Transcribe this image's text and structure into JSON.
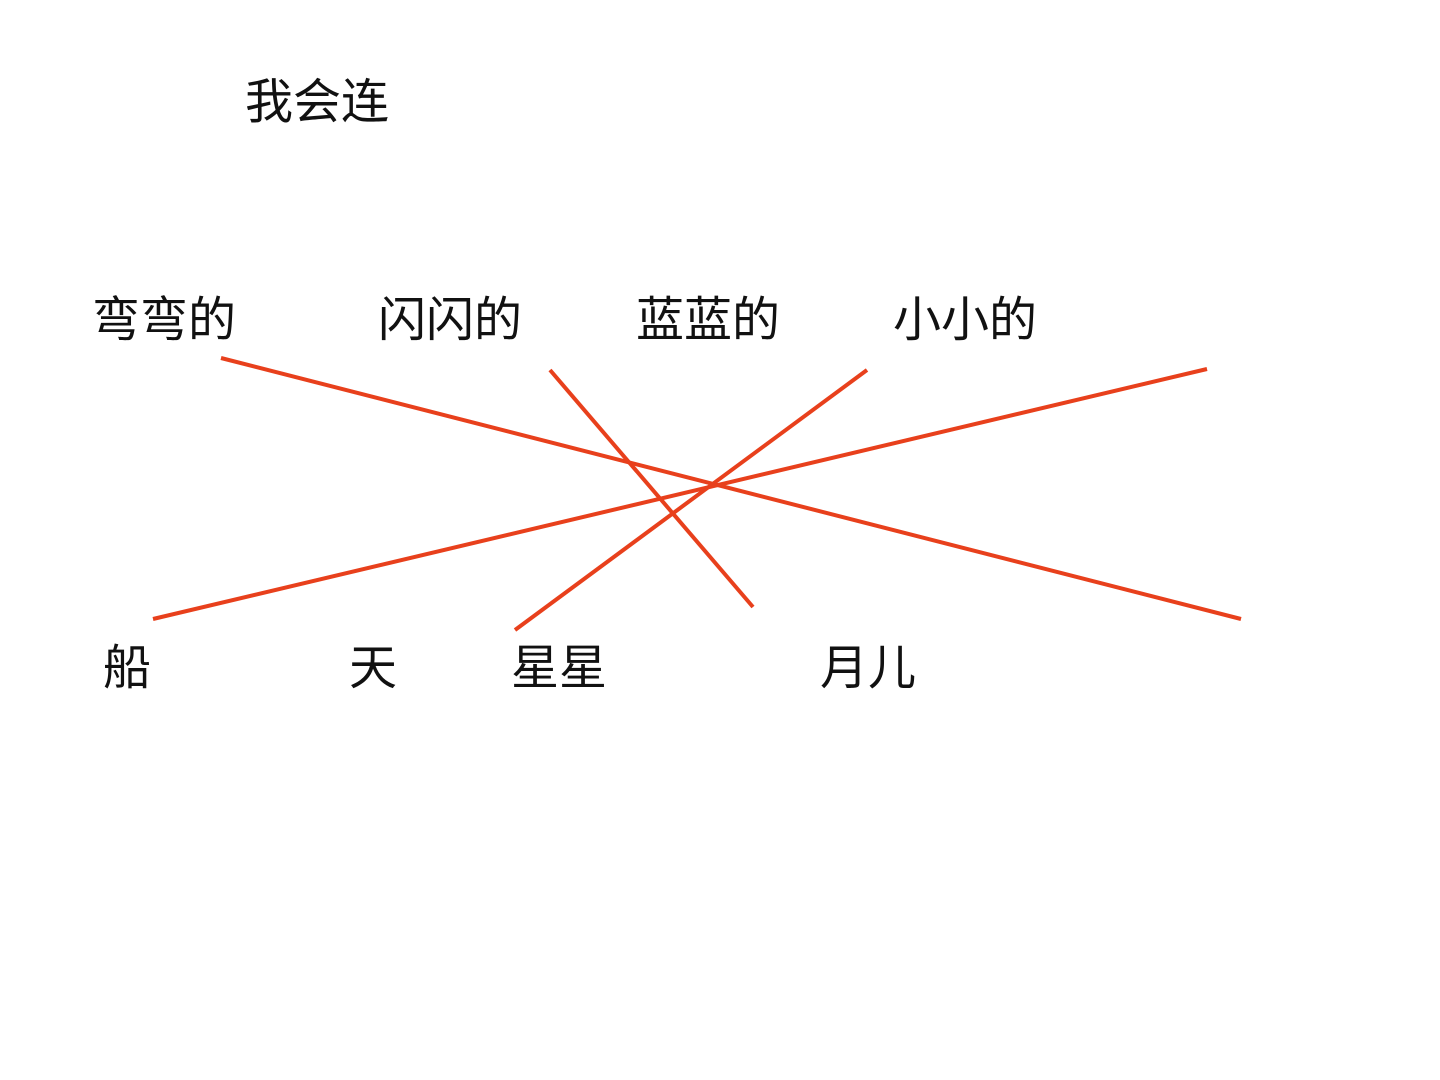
{
  "title": "我会连",
  "top_words": [
    "弯弯的",
    "闪闪的",
    "蓝蓝的",
    "小小的"
  ],
  "bottom_words": [
    "船",
    "天",
    "星星",
    "月儿"
  ],
  "line_color": "#e8401c"
}
